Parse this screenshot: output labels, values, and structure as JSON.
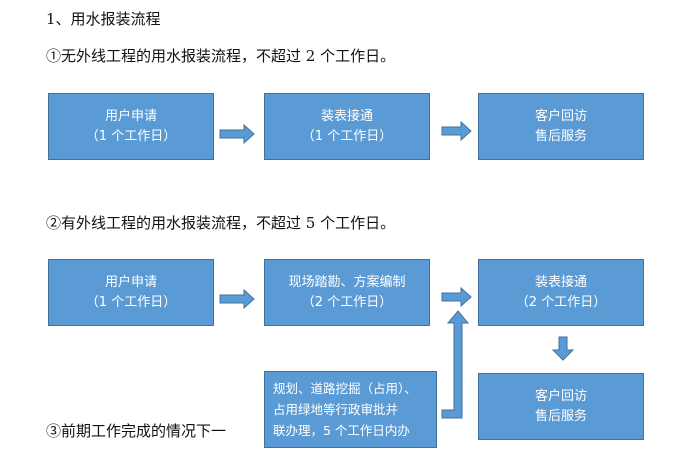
{
  "title": "1、用水报装流程",
  "section1": {
    "heading": "①无外线工程的用水报装流程，不超过 2 个工作日。",
    "boxes": [
      {
        "line1": "用户申请",
        "line2": "（1 个工作日）"
      },
      {
        "line1": "装表接通",
        "line2": "（1 个工作日）"
      },
      {
        "line1": "客户回访",
        "line2": "售后服务"
      }
    ]
  },
  "section2": {
    "heading": "②有外线工程的用水报装流程，不超过 5 个工作日。",
    "boxes": [
      {
        "line1": "用户申请",
        "line2": "（1 个工作日）"
      },
      {
        "line1": "现场踏勘、方案编制",
        "line2": "（2 个工作日）"
      },
      {
        "line1": "装表接通",
        "line2": "（2 个工作日）"
      },
      {
        "line1": "客户回访",
        "line2": "售后服务"
      }
    ],
    "permit_box": {
      "line1": "规划、道路挖掘（占用）、",
      "line2": "占用绿地等行政审批并",
      "line3": "联办理，5 个工作日内办"
    }
  },
  "section3": {
    "heading": "③前期工作完成的情况下一"
  },
  "colors": {
    "box_fill": "#5b9bd5",
    "box_border": "#41719c",
    "arrow_fill": "#5b9bd5"
  }
}
